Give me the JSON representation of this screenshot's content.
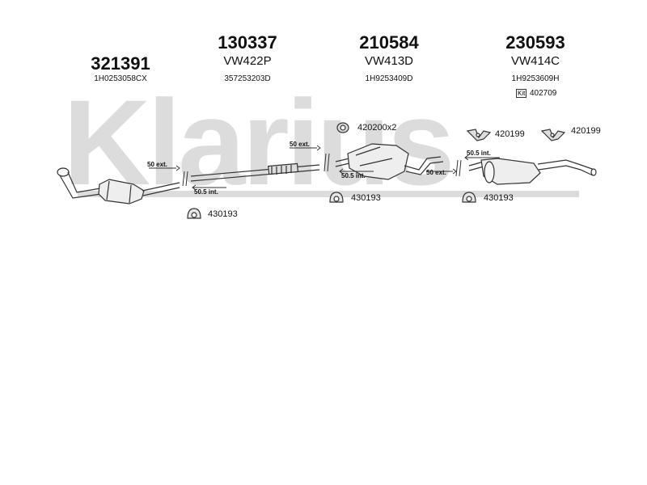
{
  "watermark": "Klarius",
  "parts": [
    {
      "number": "321391",
      "code": "",
      "ref": "1H0253058CX"
    },
    {
      "number": "130337",
      "code": "VW422P",
      "ref": "357253203D"
    },
    {
      "number": "210584",
      "code": "VW413D",
      "ref": "1H9253409D"
    },
    {
      "number": "230593",
      "code": "VW414C",
      "ref": "1H9253609H"
    }
  ],
  "kit": {
    "label": "Kit",
    "number": "402709"
  },
  "clamps": {
    "c430193_a": "430193",
    "c430193_b": "430193",
    "c430193_c": "430193",
    "c420200": "420200x2",
    "c420199_a": "420199",
    "c420199_b": "420199"
  },
  "annotations": {
    "a1": "50 ext.",
    "a2": "50.5 int.",
    "a3": "50 ext.",
    "a4": "50.5 int.",
    "a5": "50 ext.",
    "a6": "50.5 int."
  },
  "colors": {
    "line": "#333333",
    "watermark": "#d9d9d9",
    "fill": "#f2f2f2"
  }
}
